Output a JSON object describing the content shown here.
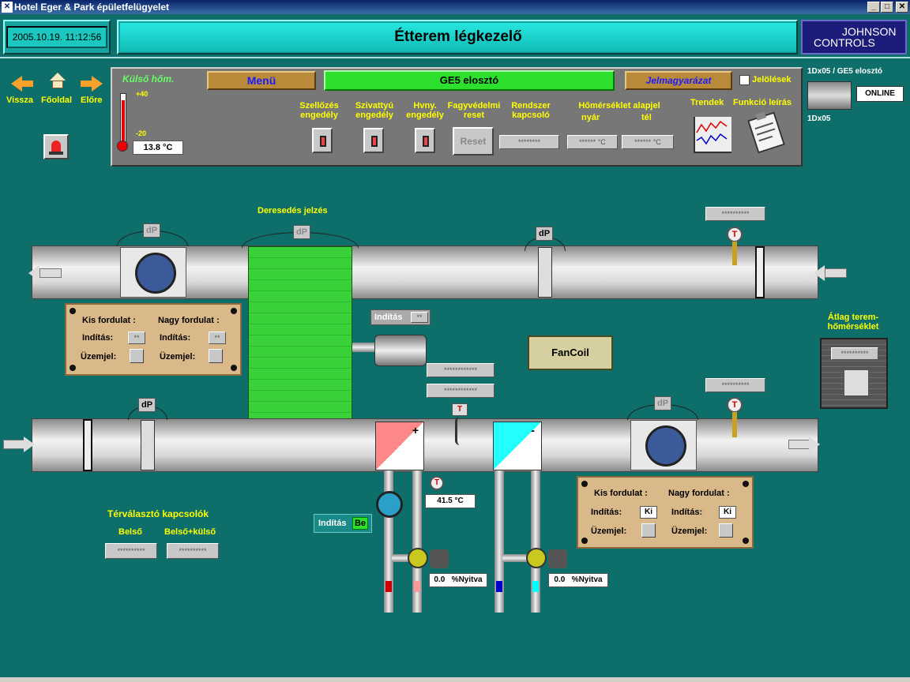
{
  "window": {
    "title": "Hotel Eger & Park épületfelügyelet",
    "btn_min": "_",
    "btn_max": "□",
    "btn_close": "✕"
  },
  "header": {
    "datetime": "2005.10.19. 11:12:56",
    "title": "Étterem légkezelő",
    "logo_line1": "JOHNSON",
    "logo_line2": "CONTROLS"
  },
  "nav": {
    "back": "Vissza",
    "home": "Főoldal",
    "forward": "Előre"
  },
  "outdoor": {
    "label": "Külső hőm.",
    "max": "+40",
    "min": "-20",
    "value": "13.8 °C"
  },
  "panel": {
    "menu": "Menü",
    "distributor": "GE5 elosztó",
    "legend": "Jelmagyarázat",
    "markings": "Jelölések",
    "vent_enable": "Szellőzés engedély",
    "pump_enable": "Szivattyú engedély",
    "hvny_enable": "Hvny. engedély",
    "frost_reset": "Fagyvédelmi reset",
    "reset_btn": "Reset",
    "system_switch": "Rendszer kapcsoló",
    "system_value": "********",
    "temp_base": "Hőmérséklet alapjel",
    "summer": "nyár",
    "winter": "tél",
    "summer_value": "******",
    "winter_value": "******",
    "unit": "°C",
    "trends": "Trendek",
    "function_desc": "Funkció leírás"
  },
  "right": {
    "controller": "1Dx05 / GE5 elosztó",
    "status": "ONLINE",
    "controller_short": "1Dx05",
    "avg_temp": "Átlag terem-hőmérséklet",
    "avg_value": "**********"
  },
  "diagram": {
    "frost": "Deresedés jelzés",
    "dp": "dP",
    "t": "T",
    "plus": "+",
    "minus": "-",
    "exhaust_temp": "**********",
    "supply_temp": "**********",
    "pump_motor_start": "Indítás",
    "pump_motor_start_val": "**",
    "motor_val1": "************",
    "motor_val2": "************",
    "fancoil": "FanCoil",
    "water_temp": "41.5 °C",
    "pump_start": "Indítás",
    "pump_start_val": "Be",
    "valve1_val": "0.0",
    "valve1_unit": "%Nyitva",
    "valve2_val": "0.0",
    "valve2_unit": "%Nyitva"
  },
  "exhaust_speed": {
    "small": "Kis fordulat :",
    "large": "Nagy fordulat :",
    "start": "Indítás:",
    "status": "Üzemjel:",
    "small_start_val": "**",
    "large_start_val": "**"
  },
  "supply_speed": {
    "small": "Kis fordulat :",
    "large": "Nagy fordulat :",
    "start": "Indítás:",
    "status": "Üzemjel:",
    "small_start_val": "Ki",
    "large_start_val": "Ki"
  },
  "zone": {
    "title": "Térválasztó kapcsolók",
    "inner": "Belső",
    "inner_outer": "Belső+külső",
    "inner_val": "**********",
    "inner_outer_val": "**********"
  }
}
